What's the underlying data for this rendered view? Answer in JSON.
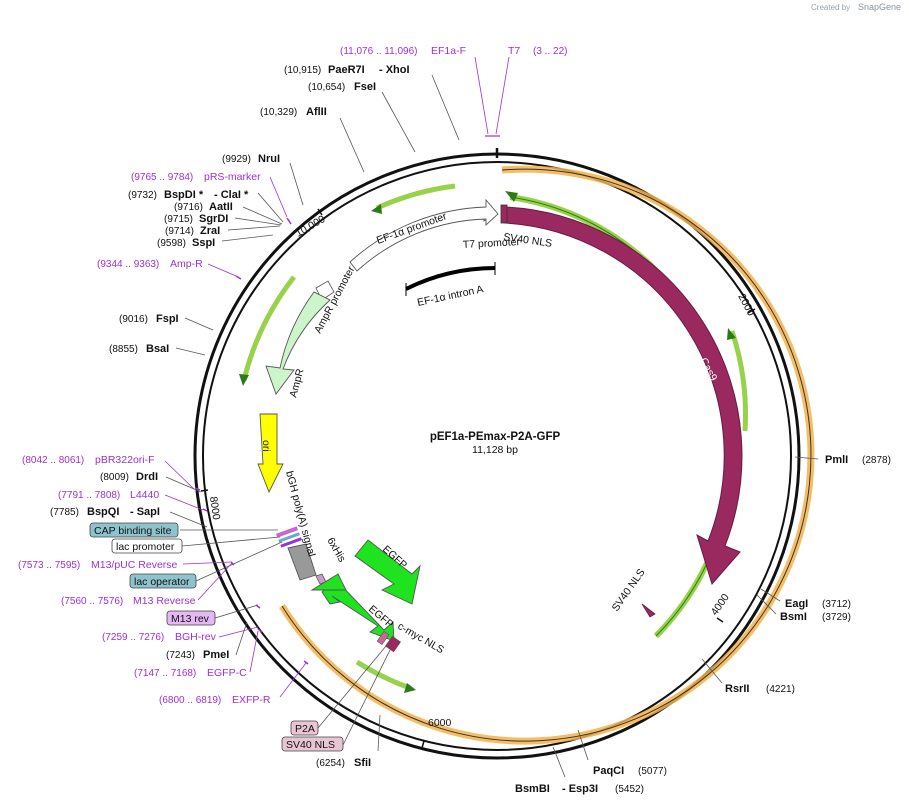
{
  "credit": {
    "prefix": "Created by",
    "brand": "SnapGene"
  },
  "plasmid": {
    "name": "pEF1a-PEmax-P2A-GFP",
    "size": "11,128 bp"
  },
  "ticks": [
    "2000",
    "4000",
    "6000",
    "8000",
    "10,000"
  ],
  "colors": {
    "cas9": "#99295f",
    "egfp": "#1ee31e",
    "ori": "#ffff00",
    "ampr": "#ccf5cc",
    "intron": "#000000",
    "orf_green": "#98d24a",
    "orf_orange": "#f5b14a",
    "primer": "#9b30d9"
  },
  "features": [
    {
      "name": "Cas9",
      "label": "Cas9"
    },
    {
      "name": "ef1a-promoter",
      "label": "EF-1α promoter"
    },
    {
      "name": "ef1a-intron",
      "label": "EF-1α intron A"
    },
    {
      "name": "t7-promoter",
      "label": "T7 promoter"
    },
    {
      "name": "sv40-nls-top",
      "label": "SV40 NLS"
    },
    {
      "name": "sv40-nls-bottom",
      "label": "SV40 NLS"
    },
    {
      "name": "ampr-promoter",
      "label": "AmpR promoter"
    },
    {
      "name": "ampr",
      "label": "AmpR"
    },
    {
      "name": "ori",
      "label": "ori"
    },
    {
      "name": "bgh-polya",
      "label": "bGH poly(A) signal"
    },
    {
      "name": "6xhis",
      "label": "6xHis"
    },
    {
      "name": "egfp-1",
      "label": "EGFP"
    },
    {
      "name": "egfp-2",
      "label": "EGFP"
    },
    {
      "name": "c-myc-nls",
      "label": "c-myc NLS"
    }
  ],
  "sites": [
    {
      "pos": "(10,915)",
      "name": "PaeR7I",
      "extra": "- XhoI"
    },
    {
      "pos": "(10,654)",
      "name": "FseI"
    },
    {
      "pos": "(10,329)",
      "name": "AflII"
    },
    {
      "pos": "(9929)",
      "name": "NruI"
    },
    {
      "pos": "(9732)",
      "name": "BspDI *",
      "extra": "- ClaI *"
    },
    {
      "pos": "(9716)",
      "name": "AatII"
    },
    {
      "pos": "(9715)",
      "name": "SgrDI"
    },
    {
      "pos": "(9714)",
      "name": "ZraI"
    },
    {
      "pos": "(9598)",
      "name": "SspI"
    },
    {
      "pos": "(9016)",
      "name": "FspI"
    },
    {
      "pos": "(8855)",
      "name": "BsaI"
    },
    {
      "pos": "(8009)",
      "name": "DrdI"
    },
    {
      "pos": "(7785)",
      "name": "BspQI",
      "extra": "- SapI"
    },
    {
      "pos": "(7243)",
      "name": "PmeI"
    },
    {
      "pos": "(6254)",
      "name": "SfiI"
    },
    {
      "pos": "(5452)",
      "name": "BsmBI",
      "extra": "- Esp3I"
    },
    {
      "pos": "(5077)",
      "name": "PaqCI"
    },
    {
      "pos": "(4221)",
      "name": "RsrII"
    },
    {
      "pos": "(3712)",
      "name": "EagI"
    },
    {
      "pos": "(3729)",
      "name": "BsmI"
    },
    {
      "pos": "(2878)",
      "name": "PmlI"
    }
  ],
  "primers": [
    {
      "pos": "(11,076 .. 11,096)",
      "name": "EF1a-F"
    },
    {
      "pos": "(3 .. 22)",
      "name": "T7"
    },
    {
      "pos": "(9765 .. 9784)",
      "name": "pRS-marker"
    },
    {
      "pos": "(9344 .. 9363)",
      "name": "Amp-R"
    },
    {
      "pos": "(8042 .. 8061)",
      "name": "pBR322ori-F"
    },
    {
      "pos": "(7791 .. 7808)",
      "name": "L4440"
    },
    {
      "pos": "(7573 .. 7595)",
      "name": "M13/pUC Reverse"
    },
    {
      "pos": "(7560 .. 7576)",
      "name": "M13 Reverse"
    },
    {
      "pos": "(7259 .. 7276)",
      "name": "BGH-rev"
    },
    {
      "pos": "(7147 .. 7168)",
      "name": "EGFP-C"
    },
    {
      "pos": "(6800 .. 6819)",
      "name": "EXFP-R"
    }
  ],
  "boxed_labels": [
    {
      "name": "CAP binding site"
    },
    {
      "name": "lac promoter"
    },
    {
      "name": "lac operator"
    },
    {
      "name": "M13 rev"
    },
    {
      "name": "P2A"
    },
    {
      "name": "SV40 NLS"
    }
  ]
}
